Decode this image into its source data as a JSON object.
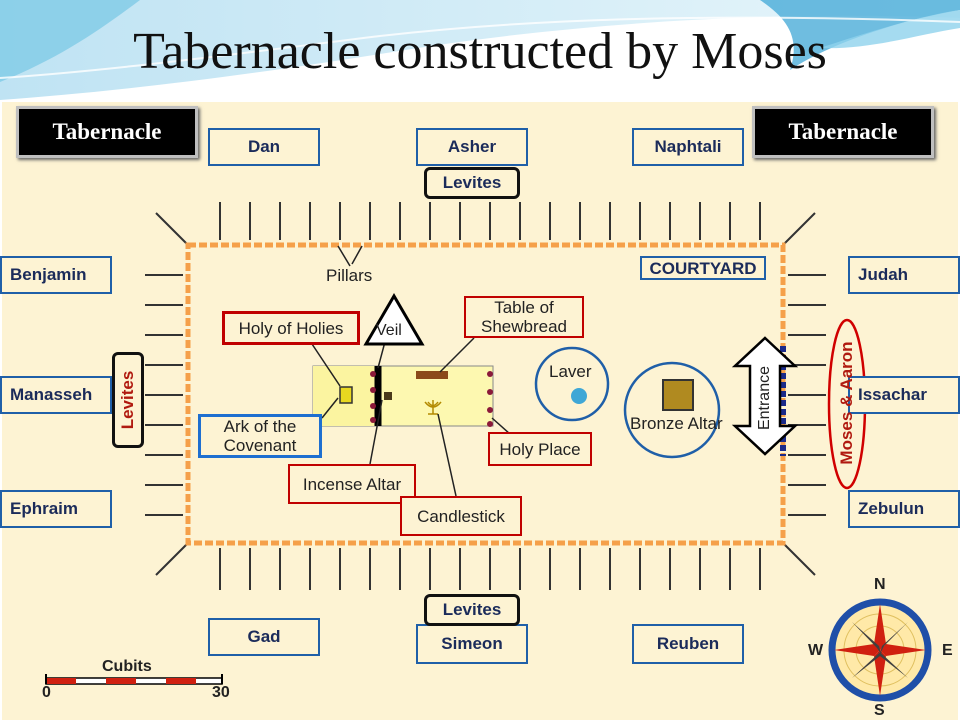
{
  "title": "Tabernacle constructed by Moses",
  "badges": {
    "left": "Tabernacle",
    "right": "Tabernacle"
  },
  "tribes": {
    "north": [
      "Dan",
      "Asher",
      "Naphtali"
    ],
    "south": [
      "Gad",
      "Simeon",
      "Reuben"
    ],
    "west": [
      "Benjamin",
      "Manasseh",
      "Ephraim"
    ],
    "east": [
      "Judah",
      "Issachar",
      "Zebulun"
    ]
  },
  "levites": {
    "north": "Levites",
    "south": "Levites",
    "west": "Levites"
  },
  "courtyard": "COURTYARD",
  "pillars": "Pillars",
  "labels": {
    "holy_of_holies": "Holy of Holies",
    "veil": "Veil",
    "table_of_shewbread": [
      "Table of",
      "Shewbread"
    ],
    "ark_of_the_covenant": [
      "Ark of the",
      "Covenant"
    ],
    "incense_altar": "Incense Altar",
    "candlestick": "Candlestick",
    "holy_place": "Holy Place",
    "laver": "Laver",
    "bronze_altar": "Bronze Altar",
    "entrance": "Entrance",
    "moses_aaron": "Moses & Aaron"
  },
  "scale": {
    "title": "Cubits",
    "min": "0",
    "max": "30"
  },
  "compass": {
    "n": "N",
    "s": "S",
    "e": "E",
    "w": "W"
  },
  "colors": {
    "tribe_border": "#1f5fa8",
    "fence": "#f5a04a",
    "highlight_red": "#c00000",
    "highlight_blue": "#1e6fd0",
    "background": "#fdf3d3"
  }
}
